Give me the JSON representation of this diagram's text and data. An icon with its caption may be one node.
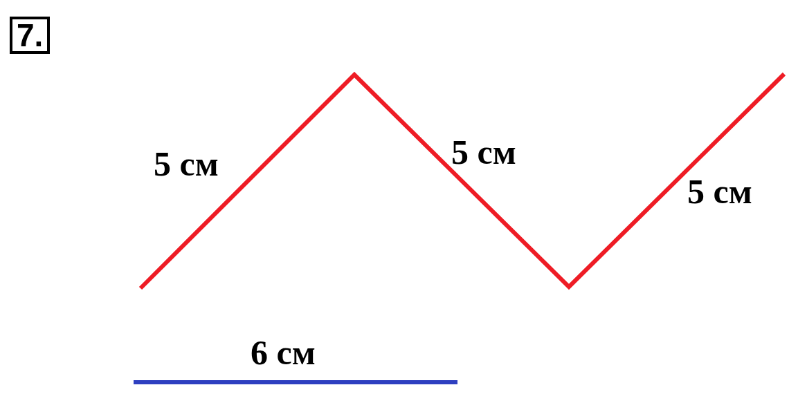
{
  "diagram": {
    "labels": [
      "7.",
      "5 см",
      "5 см",
      "5 см",
      "6 см"
    ]
  }
}
